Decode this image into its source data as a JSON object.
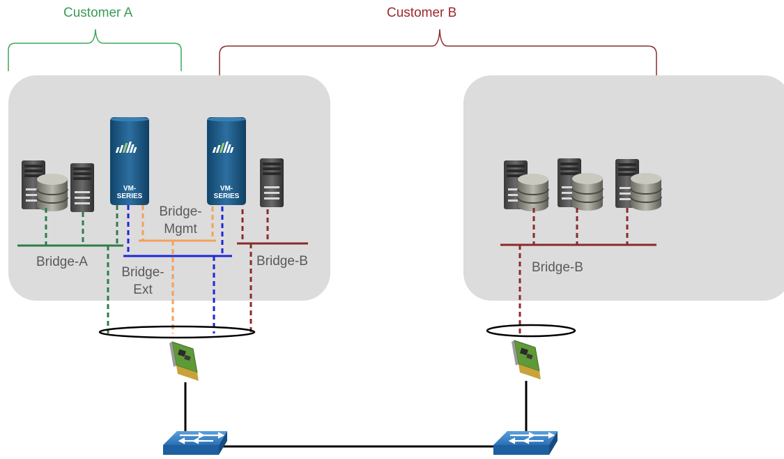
{
  "groups": {
    "customer_a": {
      "label": "Customer A",
      "color": "#3a9a56"
    },
    "customer_b": {
      "label": "Customer B",
      "color": "#9b2a2a"
    }
  },
  "bridges": {
    "left_a": {
      "label": "Bridge-A",
      "color": "#2e7d4a"
    },
    "left_mgmt": {
      "label_line1": "Bridge-",
      "label_line2": "Mgmt",
      "color": "#f4a05a"
    },
    "left_ext": {
      "label_line1": "Bridge-",
      "label_line2": "Ext",
      "color": "#1f25d6"
    },
    "left_b": {
      "label": "Bridge-B",
      "color": "#8b2a2a"
    },
    "right_b": {
      "label": "Bridge-B",
      "color": "#8b2a2a"
    }
  },
  "firewalls": [
    {
      "line1": "VM-",
      "line2": "SERIES"
    },
    {
      "line1": "VM-",
      "line2": "SERIES"
    }
  ],
  "colors": {
    "host_bg": "#dcdcdc",
    "firewall_body": "#1b5a86",
    "server_dark": "#4a4a4a",
    "switch_blue": "#2a72b8",
    "nic_green": "#6aa63a"
  },
  "icons": [
    "server-icon",
    "database-server-icon",
    "firewall-icon",
    "nic-card-icon",
    "network-switch-icon"
  ]
}
